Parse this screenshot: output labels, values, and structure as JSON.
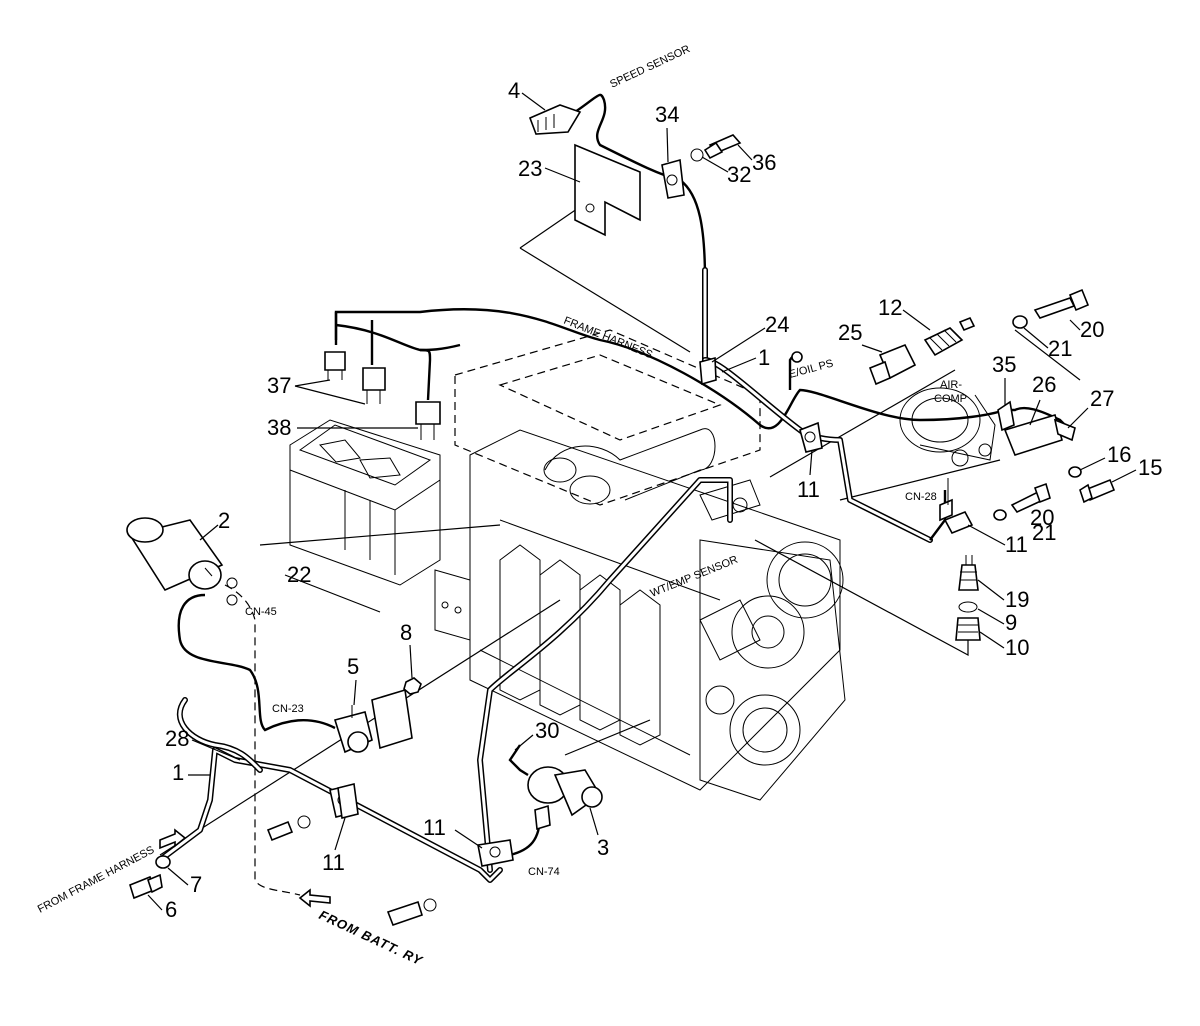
{
  "labels": {
    "speed_sensor": "SPEED SENSOR",
    "frame_harness": "FRAME HARNESS",
    "oil_ps": "E/OIL PS",
    "air_comp_1": "AIR-",
    "air_comp_2": "COMP",
    "wt_temp_sensor": "WT/EMP SENSOR",
    "cn28": "CN-28",
    "cn45": "CN-45",
    "cn23": "CN-23",
    "cn74": "CN-74",
    "from_frame_harness": "FROM FRAME HARNESS",
    "from_batt_ry": "FROM BATT. RY"
  },
  "callouts": {
    "c4": "4",
    "c23": "23",
    "c34": "34",
    "c32": "32",
    "c36": "36",
    "c24": "24",
    "c1_top": "1",
    "c25": "25",
    "c12": "12",
    "c20_top": "20",
    "c21_top": "21",
    "c35": "35",
    "c26": "26",
    "c27": "27",
    "c37": "37",
    "c38": "38",
    "c11_mid": "11",
    "c16": "16",
    "c15": "15",
    "c20_mid": "20",
    "c21_mid": "21",
    "c11_right": "11",
    "c19": "19",
    "c9": "9",
    "c10": "10",
    "c2": "2",
    "c22": "22",
    "c8": "8",
    "c5": "5",
    "c28": "28",
    "c1_left": "1",
    "c30": "30",
    "c11_low": "11",
    "c3": "3",
    "c11_bottom": "11",
    "c7": "7",
    "c6": "6"
  }
}
